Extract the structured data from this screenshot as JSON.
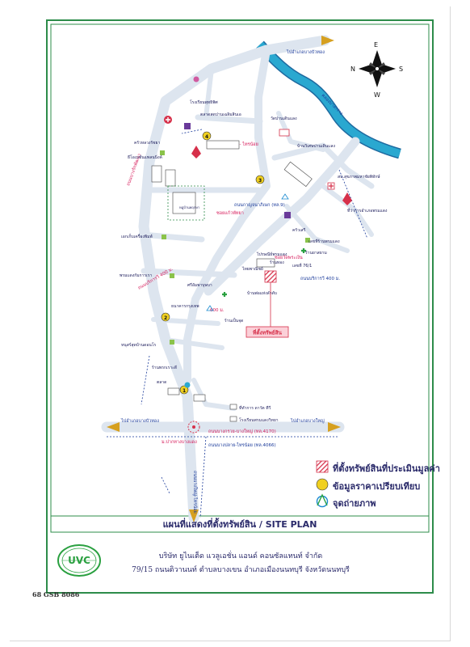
{
  "compass": {
    "n": "N",
    "e": "E",
    "s": "S",
    "w": "W"
  },
  "roads": {
    "to_bang_ta_khian": "ไปอำเภอบางบัวทอง",
    "to_bang_yai_right": "ไปอำเภอบางใหญ่",
    "to_bang_bua_thong_left": "ไปอำเภอบางบัวทอง",
    "road_km4": "ถนนบางกรวย - ไทรน้อย",
    "road_ring": "ถนนกาญจนาภิเษก (ทล.9)",
    "road_main_h": "ถนนบางกรวย-บางใหญ่ (ทล.4170)",
    "road_main_h2": "ถนนบางปลาย-ไทรน้อย (ทล.4066)",
    "road_soi_a": "ซอยแก้วพัทยา",
    "road_soi_b": "ซอยวัดพระเงิน",
    "road_soi_c": "ถนนบางรักพัฒนา",
    "road_soi_d": "ถนนบริการวี 400 ม.",
    "road_soi_e": "ถนนบริการวี 400 ม.",
    "road_vert": "ถนนบางใหญ่-ไทรน้อย",
    "canal": "คลองบางกร่าง",
    "dist_600": "600 ม."
  },
  "places": [
    {
      "name": "โรงเรียนพุทธิพิศ",
      "kind": "school"
    },
    {
      "name": "ตลาดสดปานเฉลิมสินเอ",
      "kind": "market"
    },
    {
      "name": "วัดปานเดินแลง",
      "kind": "temple"
    },
    {
      "name": "บ้านวิเศษปานเดินแลง",
      "kind": "place"
    },
    {
      "name": "ครัวหลวงรัชยา",
      "kind": "place"
    },
    {
      "name": "ธีโอเนชั่นแพลนนิ่งค์",
      "kind": "place"
    },
    {
      "name": "หมู่บ้านพฤกษา",
      "kind": "village"
    },
    {
      "name": "สน.สุขภาพมหาชัยพิทักษ์",
      "kind": "police"
    },
    {
      "name": "ที่ว่าการอำเภอพรมแดง",
      "kind": "office"
    },
    {
      "name": "ครัวเสรี",
      "kind": "place"
    },
    {
      "name": "เลขที่ร้านพรมแดง",
      "kind": "place"
    },
    {
      "name": "เอกเก็บเครื่องพิมพ์",
      "kind": "place"
    },
    {
      "name": "ไปรษณีย์พรมแดง",
      "kind": "post"
    },
    {
      "name": "ร้านทอง",
      "kind": "place"
    },
    {
      "name": "ร้านยาสยาม",
      "kind": "place"
    },
    {
      "name": "ไทยพาณิชย์",
      "kind": "bank"
    },
    {
      "name": "เลขที่ 76/1",
      "kind": "place"
    },
    {
      "name": "พรมแดงกัมการเรา",
      "kind": "place"
    },
    {
      "name": "ศรีอัมพาบุษบา",
      "kind": "place"
    },
    {
      "name": "ธนาคารกรุงเทพ",
      "kind": "bank"
    },
    {
      "name": "บ้านพ่อแห่งลำดับ",
      "kind": "place"
    },
    {
      "name": "ร้านเป็นจุด",
      "kind": "place"
    },
    {
      "name": "หนุสร์สุดบ้านดอนโร",
      "kind": "place"
    },
    {
      "name": "ตลาด",
      "kind": "market"
    },
    {
      "name": "ที่ทำการ ดาวัต ทีวี",
      "kind": "office"
    },
    {
      "name": "โรงเรียนพรมแดงวิทยา",
      "kind": "school"
    },
    {
      "name": "ร้านพรกเราะดี",
      "kind": "place"
    }
  ],
  "subject_label": "ที่ตั้งทรัพย์สิน",
  "rama_marker": "ม.ปากทางบางแดง",
  "legend": [
    {
      "label": "ที่ตั้งทรัพย์สินที่ประเมินมูลค่า",
      "symbol": "hatched-square"
    },
    {
      "label": "ข้อมูลราคาเปรียบเทียบ",
      "symbol": "yellow-circle"
    },
    {
      "label": "จุดถ่ายภาพ",
      "symbol": "view-point"
    }
  ],
  "comparables": [
    "1",
    "2",
    "3",
    "4"
  ],
  "title": "แผนที่แสดงที่ตั้งทรัพย์สิน / SITE PLAN",
  "company": {
    "logo": "UVC",
    "line1": "บริษัท ยูไนเต็ด แวลูเอชั่น แอนด์ คอนซัลแทนท์ จำกัด",
    "line2": "79/15 ถนนติวานนท์ ตำบลบางเขน อำเภอเมืองนนทบุรี จังหวัดนนทบุรี"
  },
  "footer_code": "68 GSB 8086",
  "colors": {
    "road": "#dde5ef",
    "river": "#2aa8d0",
    "frame": "#2d8c4a",
    "label_red": "#d61a5a",
    "label_blue": "#1a3a9a",
    "subject": "#d6304a",
    "arrow": "#d6a020"
  }
}
